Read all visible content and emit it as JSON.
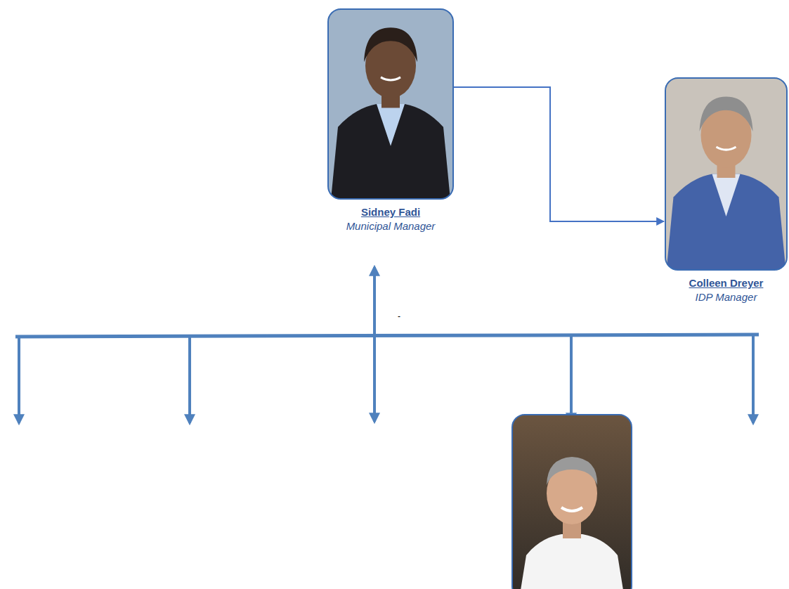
{
  "diagram": {
    "nodes": [
      {
        "text": [
          "Sidney Fadi",
          "Municipal Manager"
        ]
      },
      {
        "text": [
          "Colleen Dreyer",
          "IDP Manager"
        ]
      }
    ],
    "edges": [
      {
        "from": 0,
        "to": 1,
        "arrow": "to"
      }
    ],
    "labels": [
      "-"
    ]
  }
}
